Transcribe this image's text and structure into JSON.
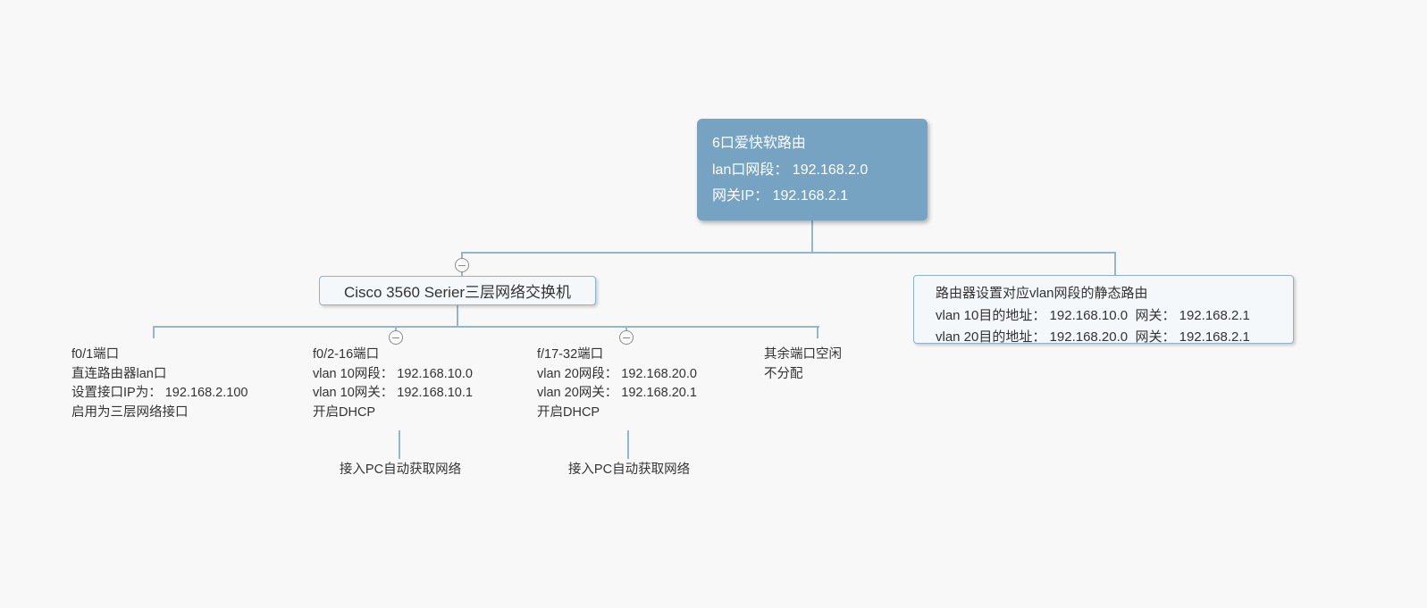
{
  "colors": {
    "background": "#f8f8f8",
    "connector": "#93b6cf",
    "root_fill": "#76a3c2",
    "root_text": "#ffffff",
    "box_fill": "#f4f8fb",
    "box_border": "#8cb3d2",
    "text": "#333333"
  },
  "icons": {
    "collapse": "minus-circle"
  },
  "mindmap": {
    "root": {
      "lines": [
        "6口爱快软路由",
        "lan口网段： 192.168.2.0",
        "网关IP： 192.168.2.1"
      ]
    },
    "switch": {
      "label": "Cisco 3560 Serier三层网络交换机"
    },
    "static_route": {
      "lines": [
        "路由器设置对应vlan网段的静态路由",
        "vlan 10目的地址： 192.168.10.0  网关： 192.168.2.1",
        "vlan 20目的地址： 192.168.20.0  网关： 192.168.2.1"
      ]
    },
    "port_f01": {
      "lines": [
        "f0/1端口",
        "直连路由器lan口",
        "设置接口IP为： 192.168.2.100",
        "启用为三层网络接口"
      ]
    },
    "port_f02_16": {
      "lines": [
        "f0/2-16端口",
        "vlan 10网段： 192.168.10.0",
        "vlan 10网关： 192.168.10.1",
        "开启DHCP"
      ]
    },
    "port_f17_32": {
      "lines": [
        "f/17-32端口",
        "vlan 20网段： 192.168.20.0",
        "vlan 20网关： 192.168.20.1",
        "开启DHCP"
      ]
    },
    "port_idle": {
      "lines": [
        "其余端口空闲",
        "不分配"
      ]
    },
    "pc_leaf_1": {
      "label": "接入PC自动获取网络"
    },
    "pc_leaf_2": {
      "label": "接入PC自动获取网络"
    }
  }
}
